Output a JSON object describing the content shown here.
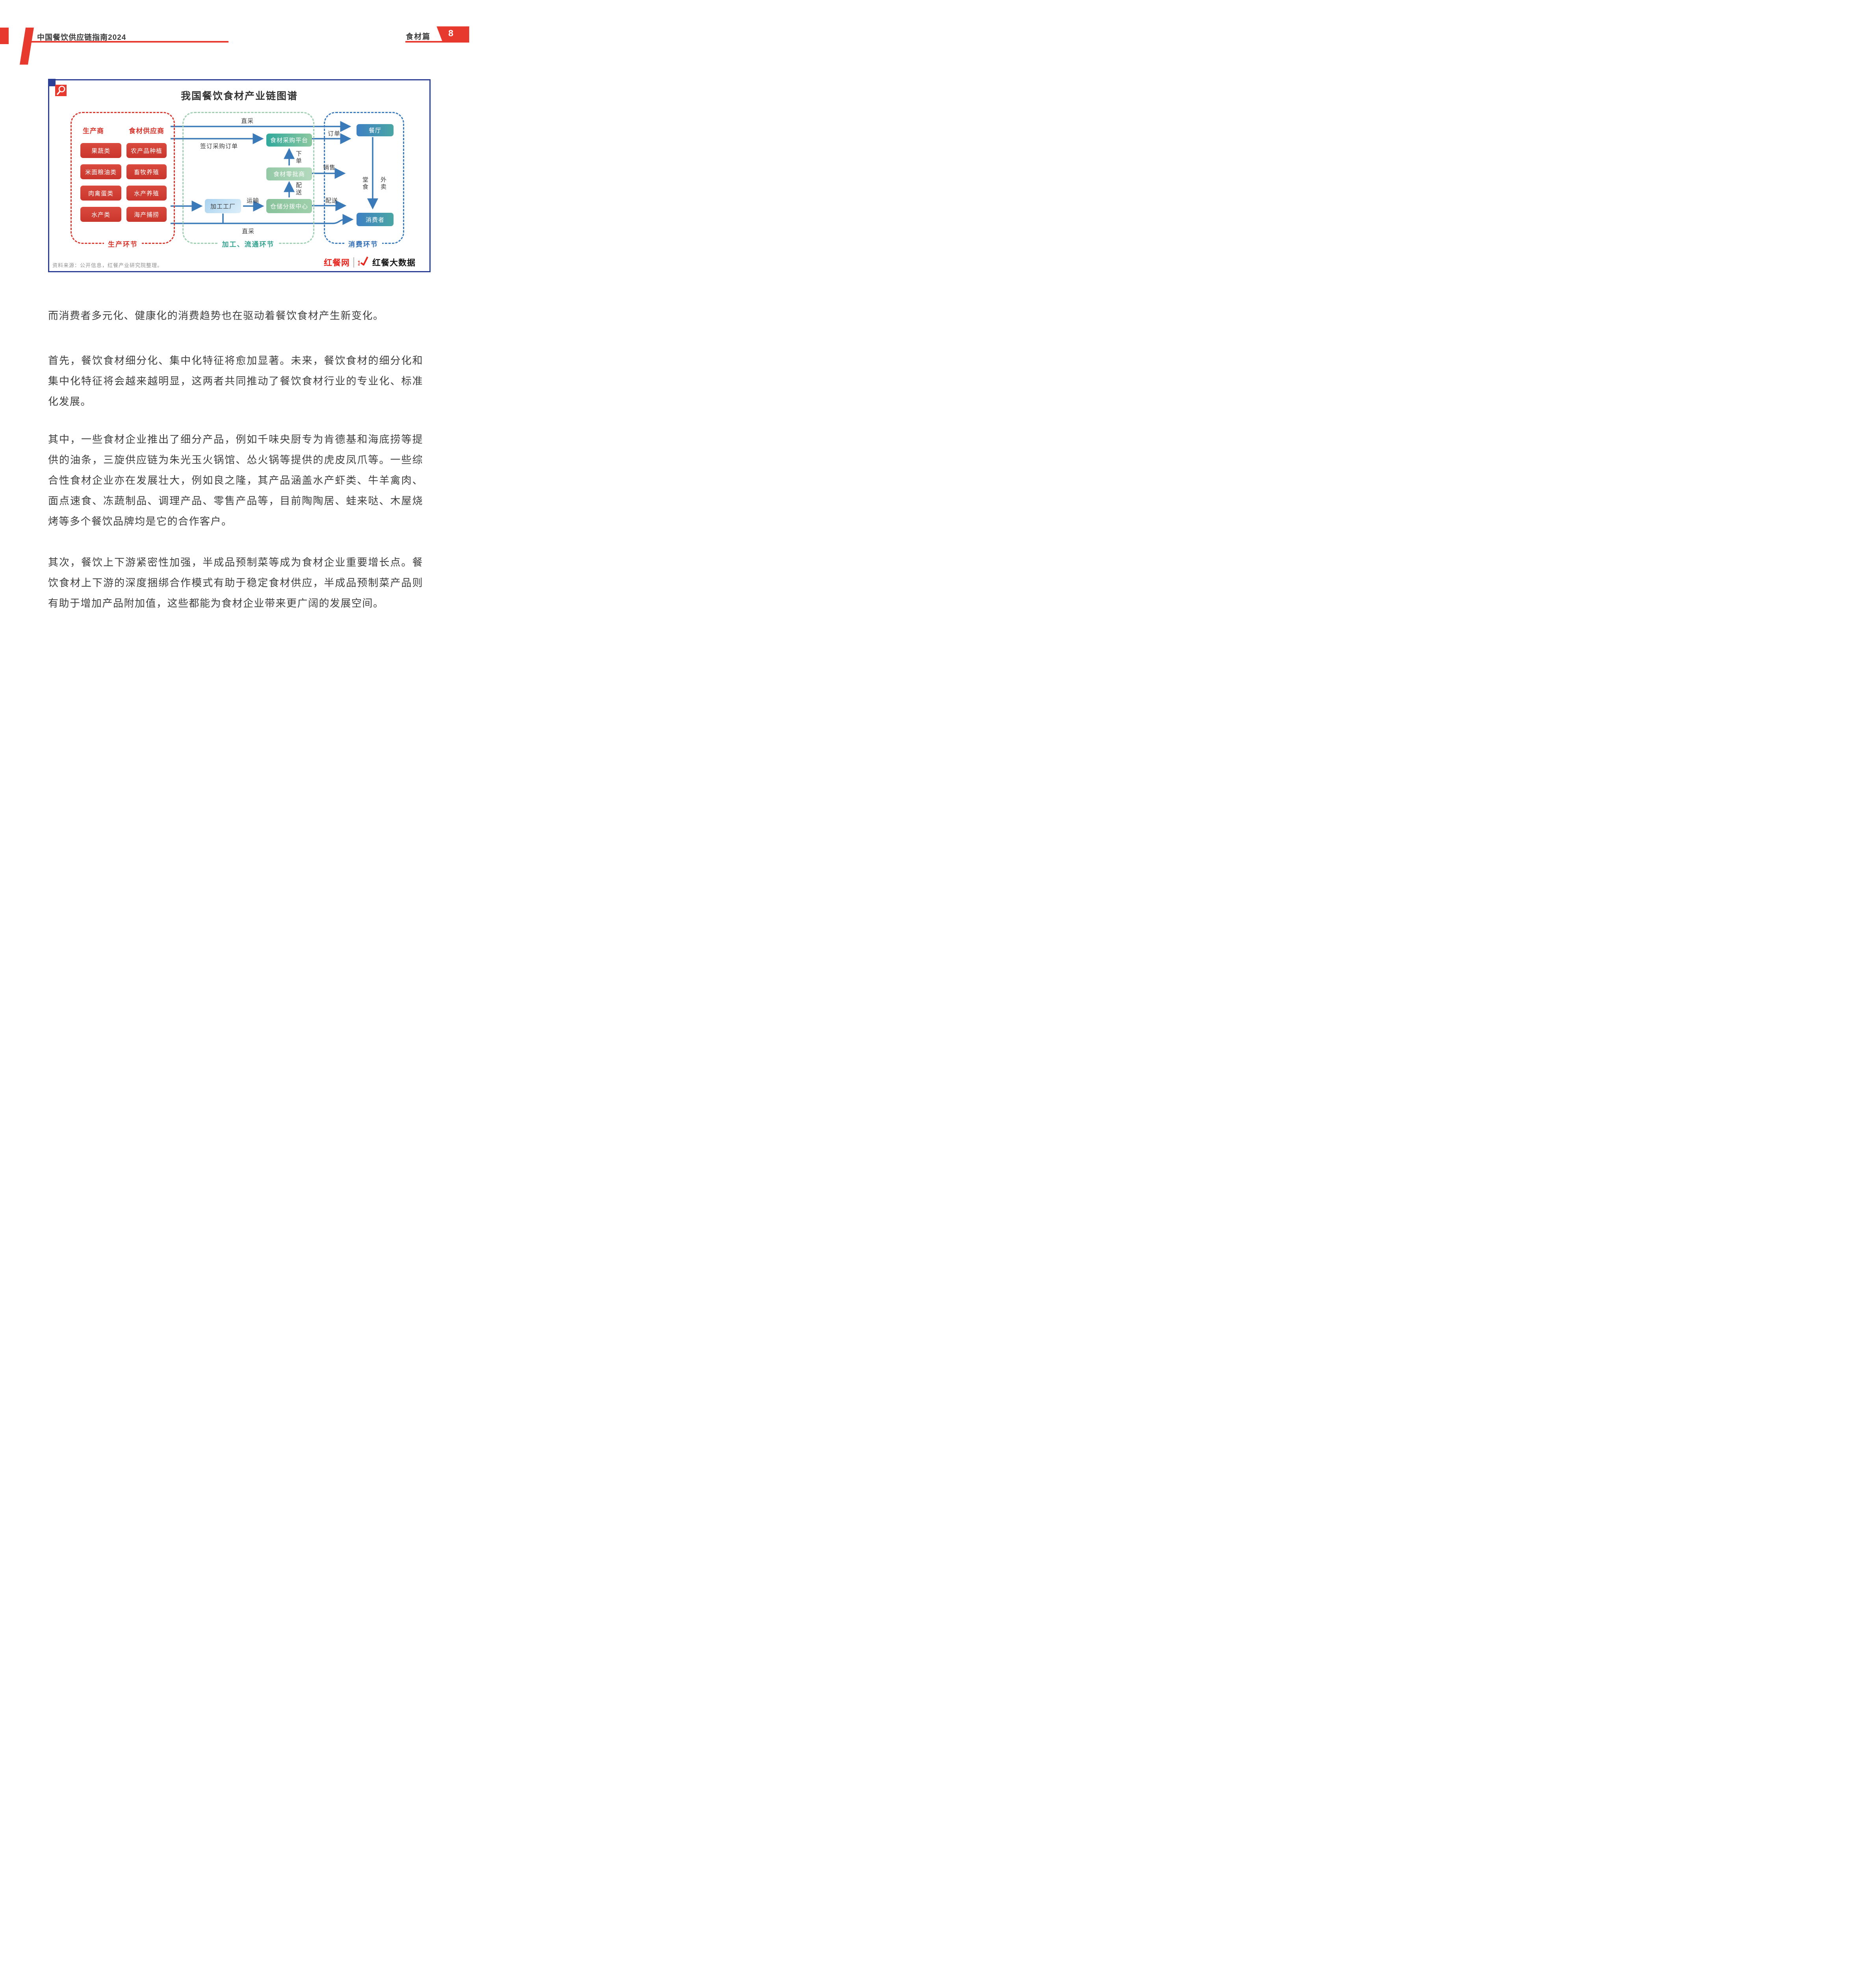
{
  "header": {
    "title": "中国餐饮供应链指南2024",
    "section": "食材篇",
    "page_number": "8"
  },
  "figure": {
    "title": "我国餐饮食材产业链图谱",
    "production": {
      "headers": [
        "生产商",
        "食材供应商"
      ],
      "rows": [
        [
          "果蔬类",
          "农产品种植"
        ],
        [
          "米面粮油类",
          "畜牧养殖"
        ],
        [
          "肉禽蛋类",
          "水产养殖"
        ],
        [
          "水产类",
          "海产捕捞"
        ]
      ],
      "section_label": "生产环节"
    },
    "processing": {
      "platform": "食材采购平台",
      "wholesaler": "食材零批商",
      "factory": "加工工厂",
      "warehouse": "仓储分拨中心",
      "section_label": "加工、流通环节"
    },
    "consumption": {
      "restaurant": "餐厅",
      "consumer": "消费者",
      "section_label": "消费环节"
    },
    "edges": {
      "direct_top": "直采",
      "sign_order": "签订采购订单",
      "order": "订单",
      "place_order": "下单",
      "delivery_mid": "配送",
      "transport": "运输",
      "direct_bottom": "直采",
      "sales": "销售",
      "delivery_right": "配送",
      "dine_in": "堂食",
      "takeout": "外卖"
    },
    "source_note": "资料来源：公开信息，红餐产业研究院整理。",
    "logos": {
      "left": "红餐网",
      "right": "红餐大数据"
    }
  },
  "paragraphs": [
    "而消费者多元化、健康化的消费趋势也在驱动着餐饮食材产生新变化。",
    "首先，餐饮食材细分化、集中化特征将愈加显著。未来，餐饮食材的细分化和集中化特征将会越来越明显，这两者共同推动了餐饮食材行业的专业化、标准化发展。",
    "其中，一些食材企业推出了细分产品，例如千味央厨专为肯德基和海底捞等提供的油条，三旋供应链为朱光玉火锅馆、怂火锅等提供的虎皮凤爪等。一些综合性食材企业亦在发展壮大，例如良之隆，其产品涵盖水产虾类、牛羊禽肉、面点速食、冻蔬制品、调理产品、零售产品等，目前陶陶居、蛙来哒、木屋烧烤等多个餐饮品牌均是它的合作客户。",
    "其次，餐饮上下游紧密性加强，半成品预制菜等成为食材企业重要增长点。餐饮食材上下游的深度捆绑合作模式有助于稳定食材供应，半成品预制菜产品则有助于增加产品附加值，这些都能为食材企业带来更广阔的发展空间。"
  ],
  "colors": {
    "accent_red": "#E8392F",
    "navy_border": "#2B3F96",
    "arrow_blue": "#3B7AB8",
    "teal_label": "#2FA491",
    "blue_label": "#2F6DB5",
    "red_dash": "#D93A31",
    "green_dash": "#9FD0B2",
    "blue_dash": "#3D7DBF"
  }
}
